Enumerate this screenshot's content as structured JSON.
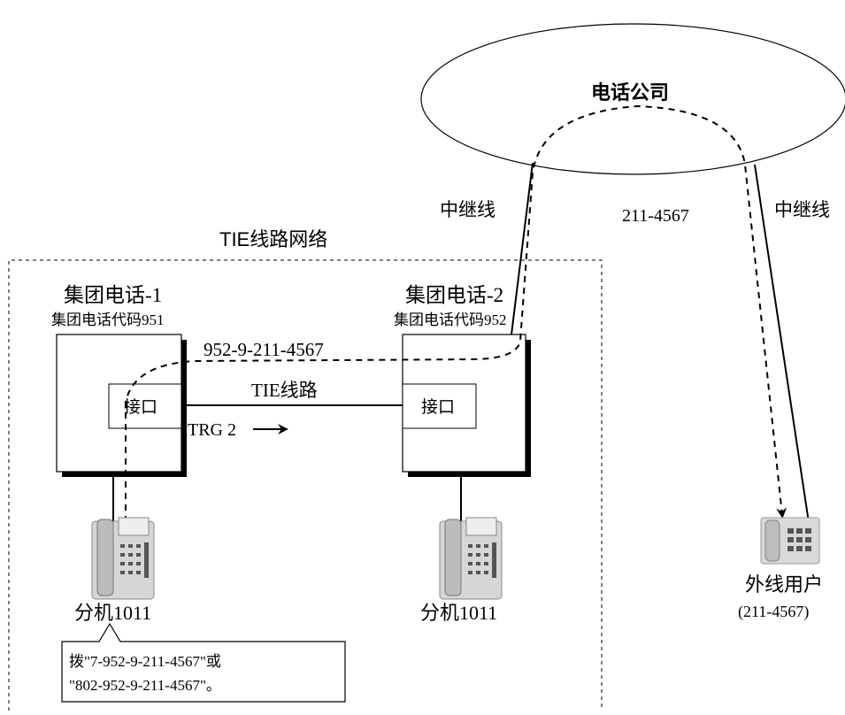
{
  "diagram": {
    "phone_company": {
      "label": "电话公司"
    },
    "trunk_left": {
      "label": "中继线"
    },
    "trunk_right": {
      "label": "中继线"
    },
    "external_number": "211-4567",
    "tie_network": {
      "label": "TIE线路网络"
    },
    "pbx1": {
      "title": "集团电话-1",
      "code": "集团电话代码951",
      "interface": "接口"
    },
    "pbx2": {
      "title": "集团电话-2",
      "code": "集团电话代码952",
      "interface": "接口"
    },
    "dial_path_label": "952-9-211-4567",
    "tie_line": {
      "label": "TIE线路",
      "trg": "TRG 2",
      "arrow": "→"
    },
    "ext1": {
      "label": "分机1011"
    },
    "ext2": {
      "label": "分机1011"
    },
    "outside_party": {
      "label": "外线用户",
      "number": "(211-4567)"
    },
    "callout": {
      "line1": "拨\"7-952-9-211-4567\"或",
      "line2": "\"802-952-9-211-4567\"。"
    }
  }
}
